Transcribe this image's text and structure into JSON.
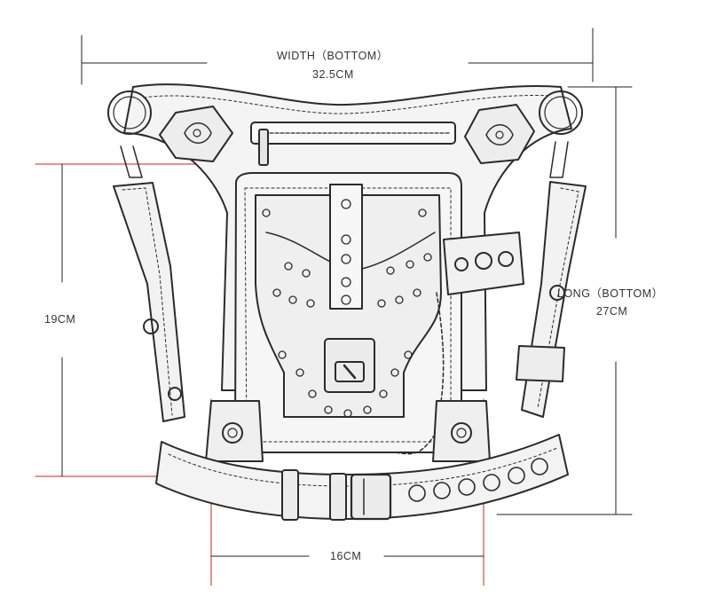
{
  "dimensions": {
    "width": {
      "label": "WIDTH（BOTTOM）",
      "value": "32.5CM"
    },
    "long": {
      "label": "LONG（BOTTOM）",
      "value": "27CM"
    },
    "height": {
      "value": "19CM"
    },
    "depth": {
      "value": "16CM"
    }
  },
  "colors": {
    "outline": "#2b2b2b",
    "body_fill": "#f4f4f4",
    "dimension_line": "#222222",
    "guide_line": "#cc2222"
  },
  "figure": {
    "subject": "steampunk leather drop-leg waist bag",
    "style": "pencil sketch line drawing"
  }
}
